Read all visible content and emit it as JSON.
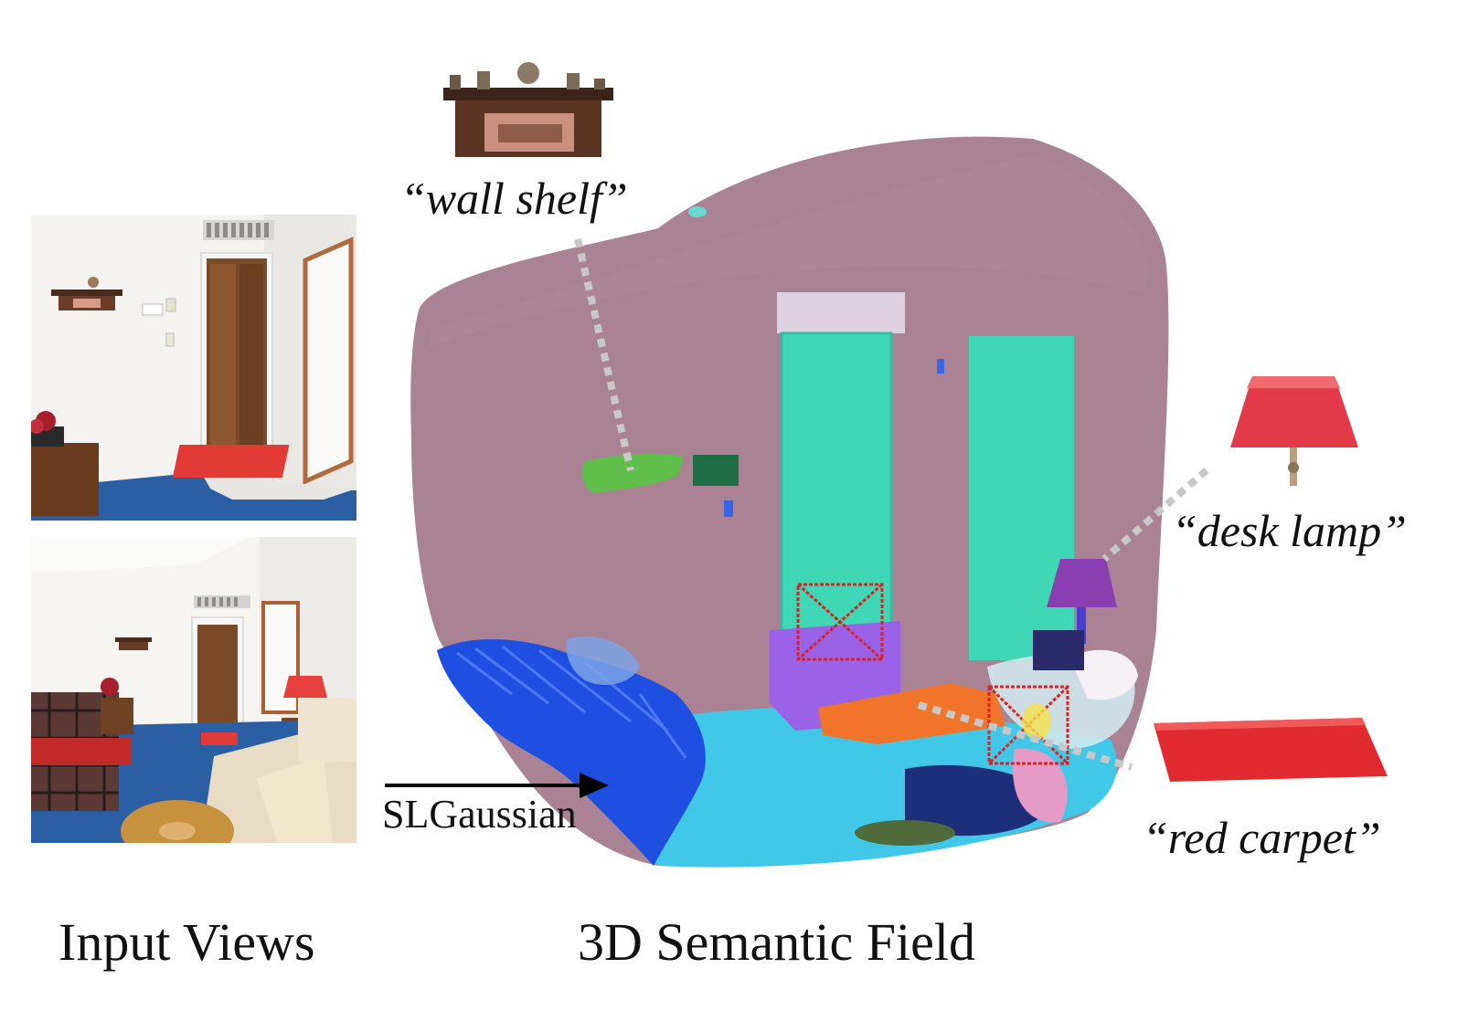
{
  "figure": {
    "input_caption": "Input Views",
    "field_caption": "3D Semantic Field",
    "method_label": "SLGaussian",
    "queries": [
      {
        "id": "wall-shelf",
        "text": "“wall shelf”"
      },
      {
        "id": "desk-lamp",
        "text": "“desk lamp”"
      },
      {
        "id": "red-carpet",
        "text": "“red carpet”"
      }
    ],
    "colors": {
      "wall": "#a98393",
      "door": "#3fd7b5",
      "floor": "#41c7e8",
      "sofa": "#1f4fe0",
      "shelf_segment": "#5fbf4a",
      "lamp_segment": "#8a3fb0",
      "carpet_segment": "#f0742a",
      "callout_line": "#c8c8c8",
      "box": "#e02020"
    }
  }
}
